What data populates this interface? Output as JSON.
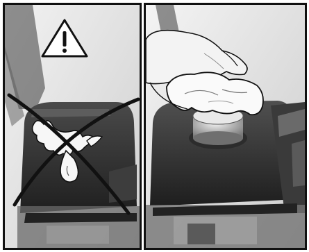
{
  "figure": {
    "panels": [
      {
        "id": "left",
        "meaning": "prohibited",
        "mark": "x-mark",
        "symbol": "warning-triangle-icon"
      },
      {
        "id": "right",
        "meaning": "correct-action"
      }
    ]
  },
  "colors": {
    "border": "#111111",
    "background": "#e8e8e8",
    "engine": "#2f2f2f",
    "highlight": "#f7f7f7",
    "ink": "#111111"
  }
}
